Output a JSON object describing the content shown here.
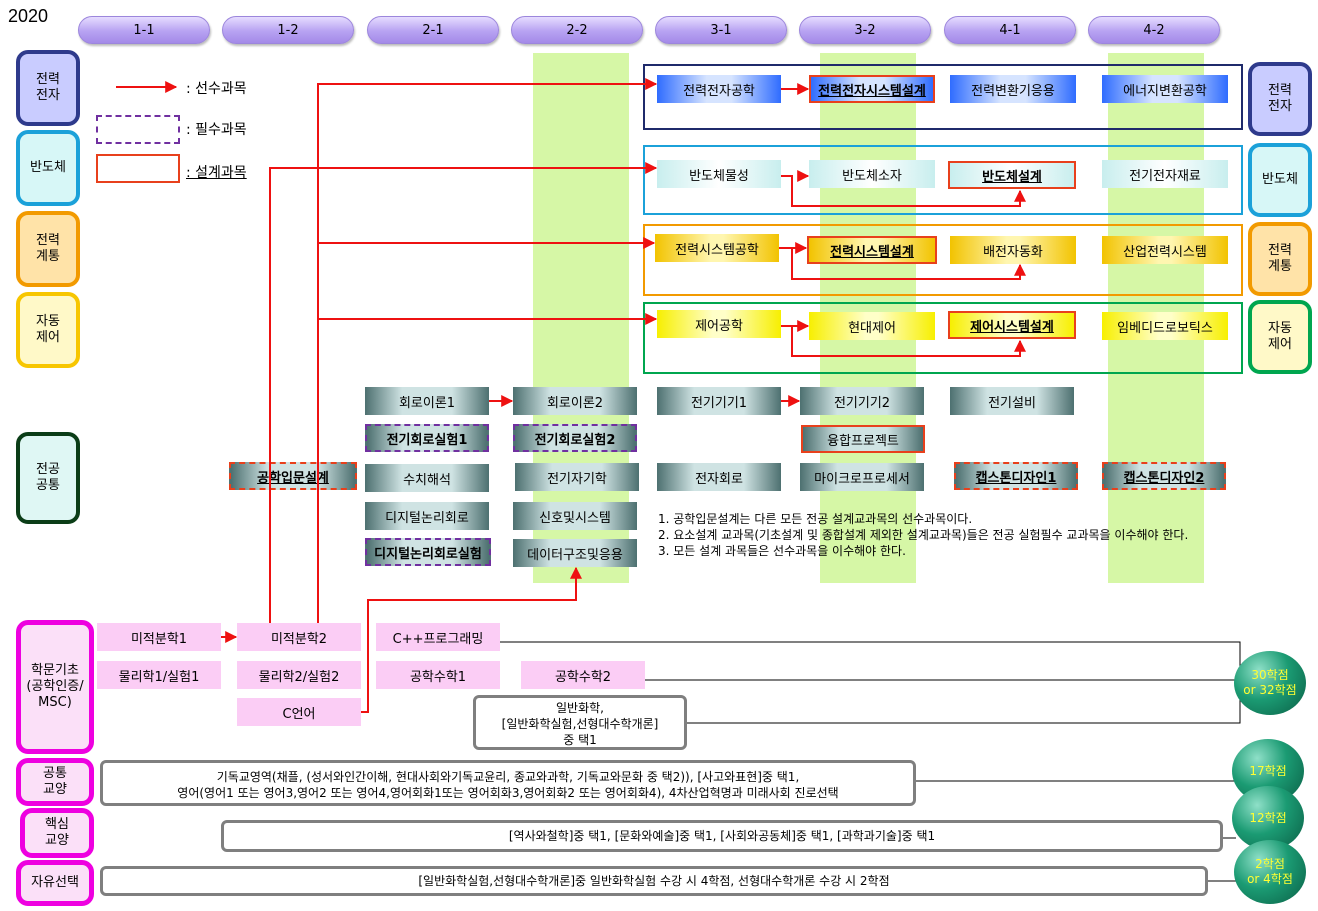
{
  "year": "2020",
  "semesters": [
    "1-1",
    "1-2",
    "2-1",
    "2-2",
    "3-1",
    "3-2",
    "4-1",
    "4-2"
  ],
  "categories": {
    "power_electronics": "전력\n전자",
    "semiconductor": "반도체",
    "power_system": "전력\n계통",
    "control": "자동\n제어",
    "major_common": "전공\n공통",
    "basic": "학문기초\n(공학인증/\nMSC)",
    "common_liberal": "공통\n교양",
    "core_liberal": "핵심\n교양",
    "free": "자유선택"
  },
  "legend": {
    "prereq": ": 선수과목",
    "required": ": 필수과목",
    "design": ": 설계과목"
  },
  "courses": {
    "pe1": "전력전자공학",
    "pe2": "전력전자시스템설계",
    "pe3": "전력변환기응용",
    "pe4": "에너지변환공학",
    "sc1": "반도체물성",
    "sc2": "반도체소자",
    "sc3": "반도체설계",
    "sc4": "전기전자재료",
    "ps1": "전력시스템공학",
    "ps2": "전력시스템설계",
    "ps3": "배전자동화",
    "ps4": "산업전력시스템",
    "ct1": "제어공학",
    "ct2": "현대제어",
    "ct3": "제어시스템설계",
    "ct4": "임베디드로보틱스",
    "circuit1": "회로이론1",
    "circuit2": "회로이론2",
    "machine1": "전기기기1",
    "machine2": "전기기기2",
    "facility": "전기설비",
    "lab1": "전기회로실험1",
    "lab2": "전기회로실험2",
    "fusion": "융합프로젝트",
    "intro_design": "공학입문설계",
    "numerical": "수치해석",
    "em": "전기자기학",
    "electronics": "전자회로",
    "micro": "마이크로프로세서",
    "cap1": "캡스톤디자인1",
    "cap2": "캡스톤디자인2",
    "digital": "디지털논리회로",
    "signal": "신호및시스템",
    "digital_lab": "디지털논리회로실험",
    "ds": "데이터구조및응용",
    "calc1": "미적분학1",
    "calc2": "미적분학2",
    "cpp": "C++프로그래밍",
    "phys1": "물리학1/실험1",
    "phys2": "물리학2/실험2",
    "em1": "공학수학1",
    "em2": "공학수학2",
    "clang": "C언어",
    "chem": "일반화학,\n[일반화학실험,선형대수학개론]\n중 택1"
  },
  "notes": [
    "1. 공학입문설계는 다른 모든 전공 설계교과목의 선수과목이다.",
    "2. 요소설계 교과목(기초설계 및 종합설계 제외한 설계교과목)들은 전공 실험필수 교과목을 이수해야 한다.",
    "3. 모든 설계 과목들은 선수과목을 이수해야 한다."
  ],
  "liberal": {
    "common": "기독교영역(채플, (성서와인간이해, 현대사회와기독교윤리, 종교와과학, 기독교와문화 중 택2)), [사고와표현]중 택1,\n영어(영어1 또는 영어3,영어2 또는 영어4,영어회화1또는 영어회화3,영어회화2 또는 영어회화4), 4차산업혁명과 미래사회 진로선택",
    "core": "[역사와철학]중 택1, [문화와예술]중 택1, [사회와공동체]중 택1, [과학과기술]중 택1",
    "free": "[일반화학실험,선형대수학개론]중 일반화학실험 수강 시 4학점, 선형대수학개론 수강 시 2학점"
  },
  "credits": {
    "msc": "30학점\nor 32학점",
    "common": "17학점",
    "core": "12학점",
    "free": "2학점\nor 4학점"
  },
  "colors": {
    "power_electronics": "#2e3a8c",
    "semiconductor": "#1ba1d9",
    "power_system": "#f29a00",
    "control": "#f7c600",
    "major_common": "#0b3d17",
    "basic": "#ee00e0",
    "green_frame": "#00a64f",
    "arrow": "#ee1111",
    "design": "#e8401c",
    "required": "#7030a0"
  }
}
